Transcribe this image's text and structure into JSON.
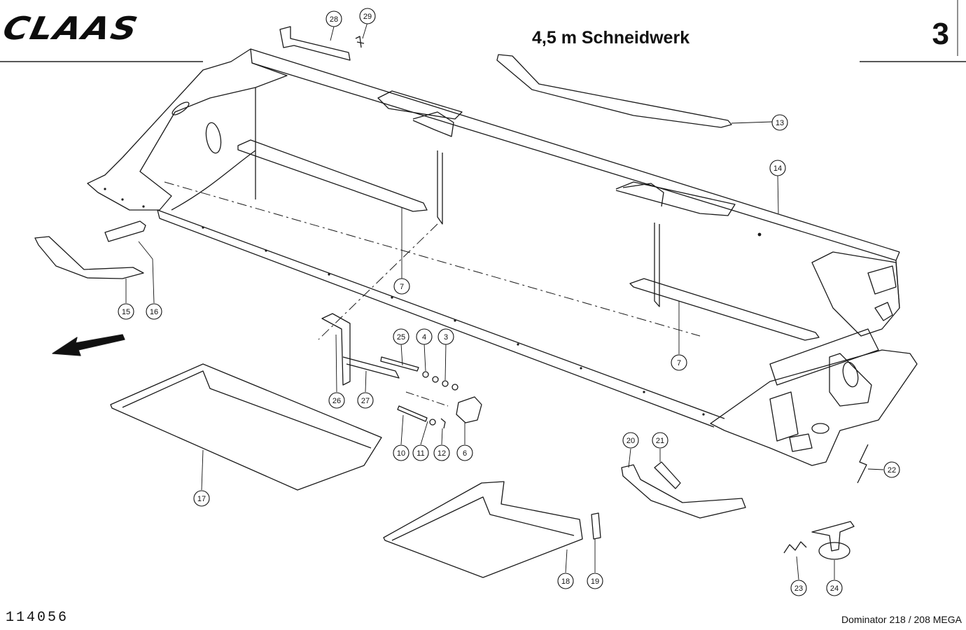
{
  "header": {
    "logo": "CLAAS",
    "title": "4,5 m Schneidwerk",
    "page_number": "3"
  },
  "footer": {
    "drawing_number": "114056",
    "model": "Dominator 218 / 208 MEGA"
  },
  "callouts": [
    {
      "id": "c28",
      "label": "28"
    },
    {
      "id": "c29",
      "label": "29"
    },
    {
      "id": "c13",
      "label": "13"
    },
    {
      "id": "c14",
      "label": "14"
    },
    {
      "id": "c7a",
      "label": "7"
    },
    {
      "id": "c7b",
      "label": "7"
    },
    {
      "id": "c15",
      "label": "15"
    },
    {
      "id": "c16",
      "label": "16"
    },
    {
      "id": "c25",
      "label": "25"
    },
    {
      "id": "c4",
      "label": "4"
    },
    {
      "id": "c3",
      "label": "3"
    },
    {
      "id": "c26",
      "label": "26"
    },
    {
      "id": "c27",
      "label": "27"
    },
    {
      "id": "c10",
      "label": "10"
    },
    {
      "id": "c11",
      "label": "11"
    },
    {
      "id": "c12",
      "label": "12"
    },
    {
      "id": "c6",
      "label": "6"
    },
    {
      "id": "c17",
      "label": "17"
    },
    {
      "id": "c20",
      "label": "20"
    },
    {
      "id": "c21",
      "label": "21"
    },
    {
      "id": "c22",
      "label": "22"
    },
    {
      "id": "c18",
      "label": "18"
    },
    {
      "id": "c19",
      "label": "19"
    },
    {
      "id": "c23",
      "label": "23"
    },
    {
      "id": "c24",
      "label": "24"
    }
  ]
}
